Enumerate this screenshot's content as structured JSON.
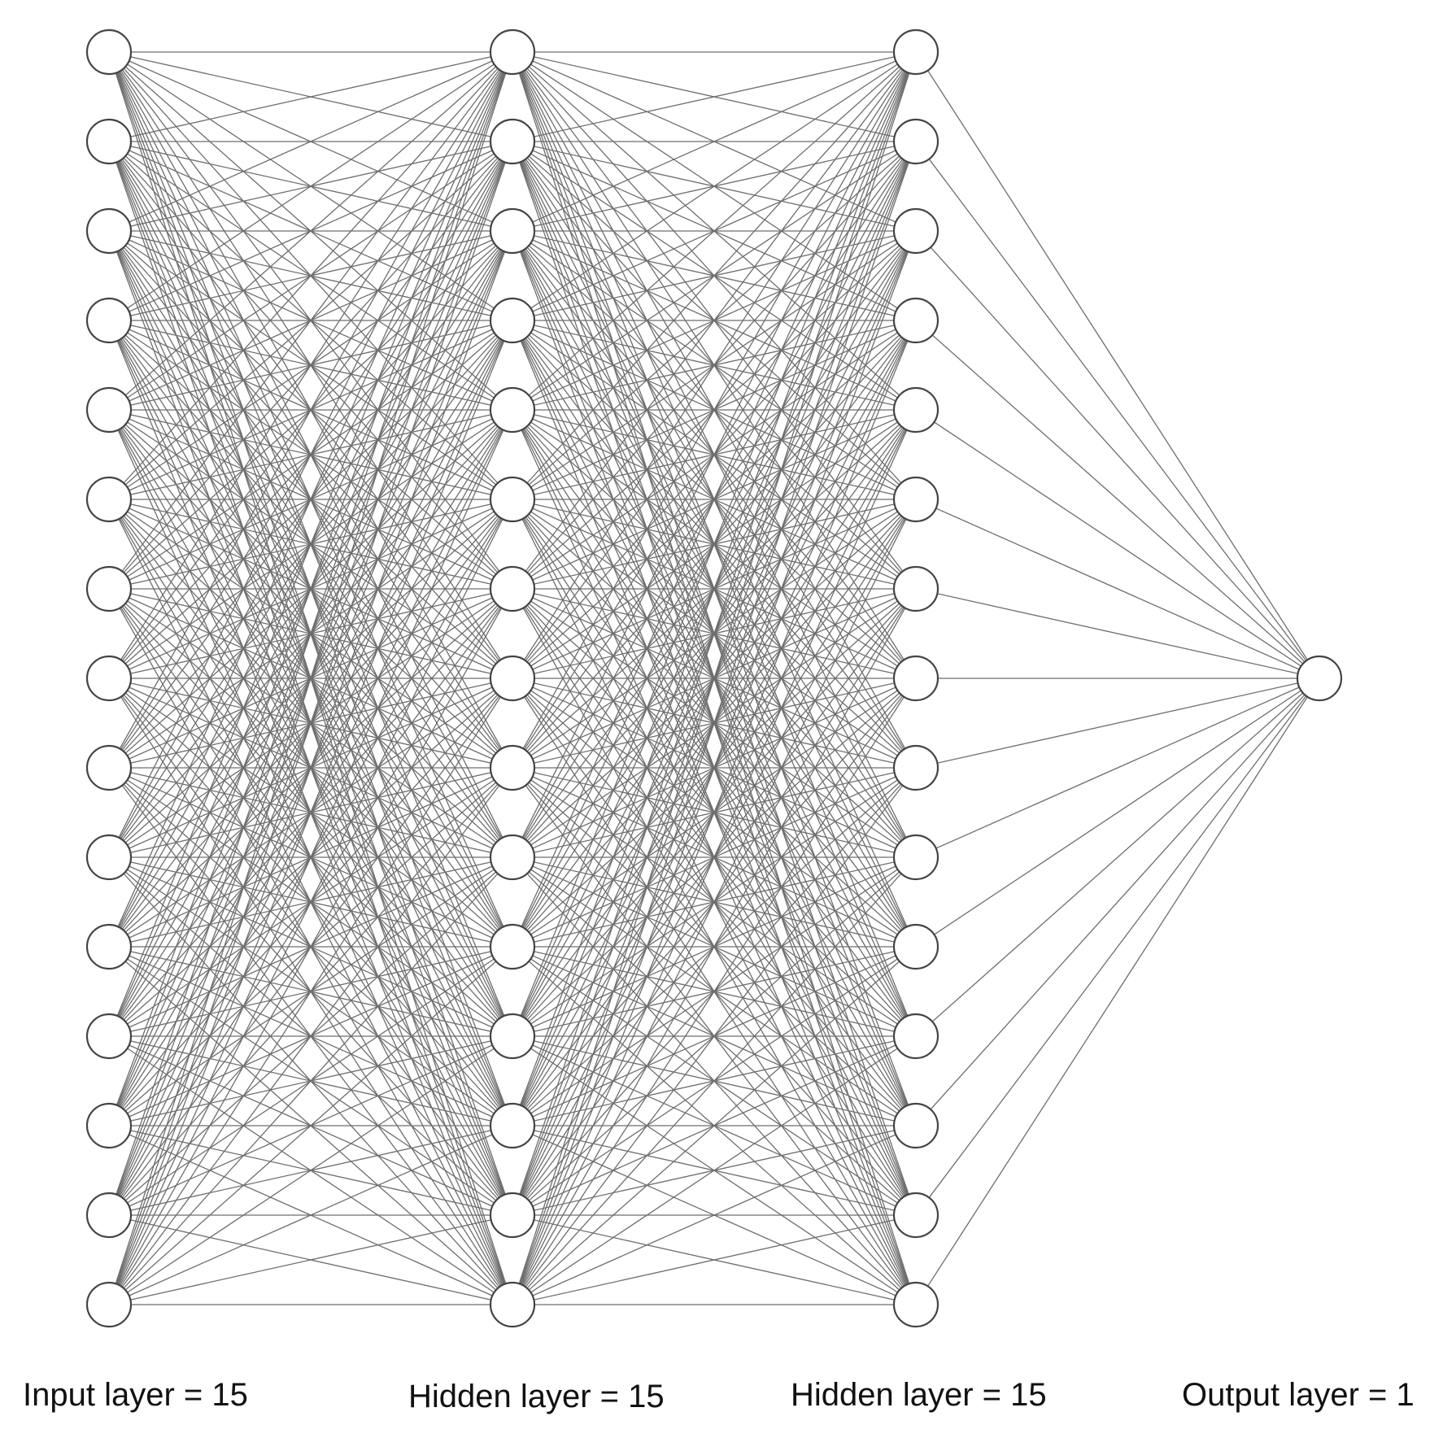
{
  "diagram": {
    "type": "fully-connected neural network",
    "layers": [
      {
        "label": "Input layer = 15",
        "units": 15
      },
      {
        "label": "Hidden layer = 15",
        "units": 15
      },
      {
        "label": "Hidden layer = 15",
        "units": 15
      },
      {
        "label": "Output layer = 1",
        "units": 1
      }
    ],
    "edge_color": "#6e6e6e",
    "node_stroke_color": "#444444",
    "node_fill_color": "#ffffff"
  }
}
